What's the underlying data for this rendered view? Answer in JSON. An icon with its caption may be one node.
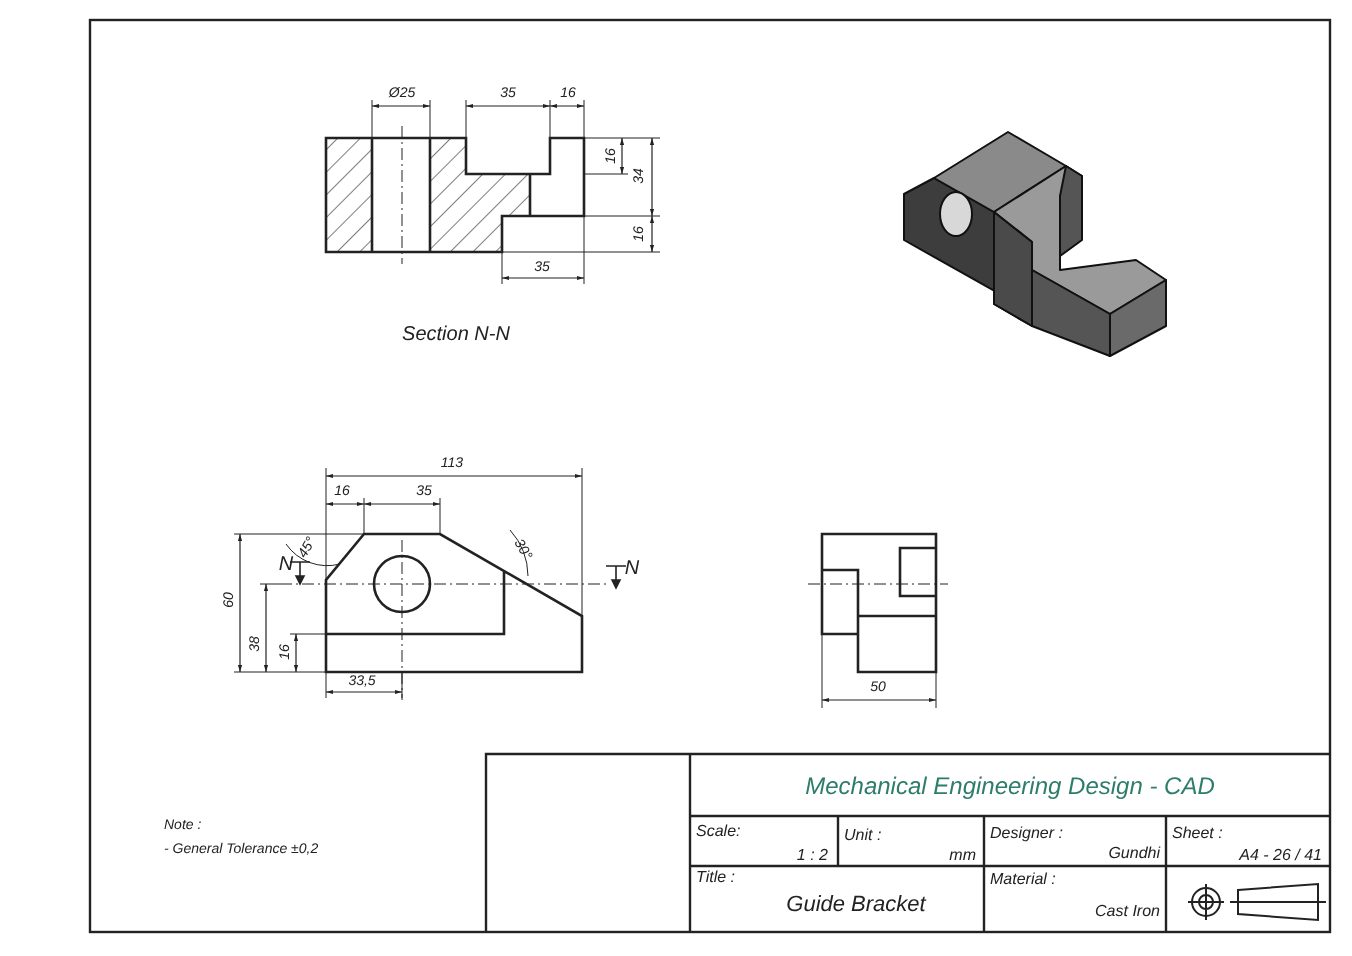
{
  "diagram": {
    "labels": [
      "Ø25",
      "35",
      "16",
      "16",
      "34",
      "16",
      "35",
      "Section N-N",
      "113",
      "16",
      "35",
      "45°",
      "30°",
      "N",
      "N",
      "60",
      "38",
      "16",
      "33,5",
      "50",
      "Mechanical Engineering Design - CAD",
      "Note :",
      "- General Tolerance ±0,2",
      "Scale:",
      "1 : 2",
      "Unit :",
      "mm",
      "Designer :",
      "Gundhi",
      "Sheet :",
      "A4 - 26 / 41",
      "Title :",
      "Guide Bracket",
      "Material :",
      "Cast Iron"
    ]
  }
}
